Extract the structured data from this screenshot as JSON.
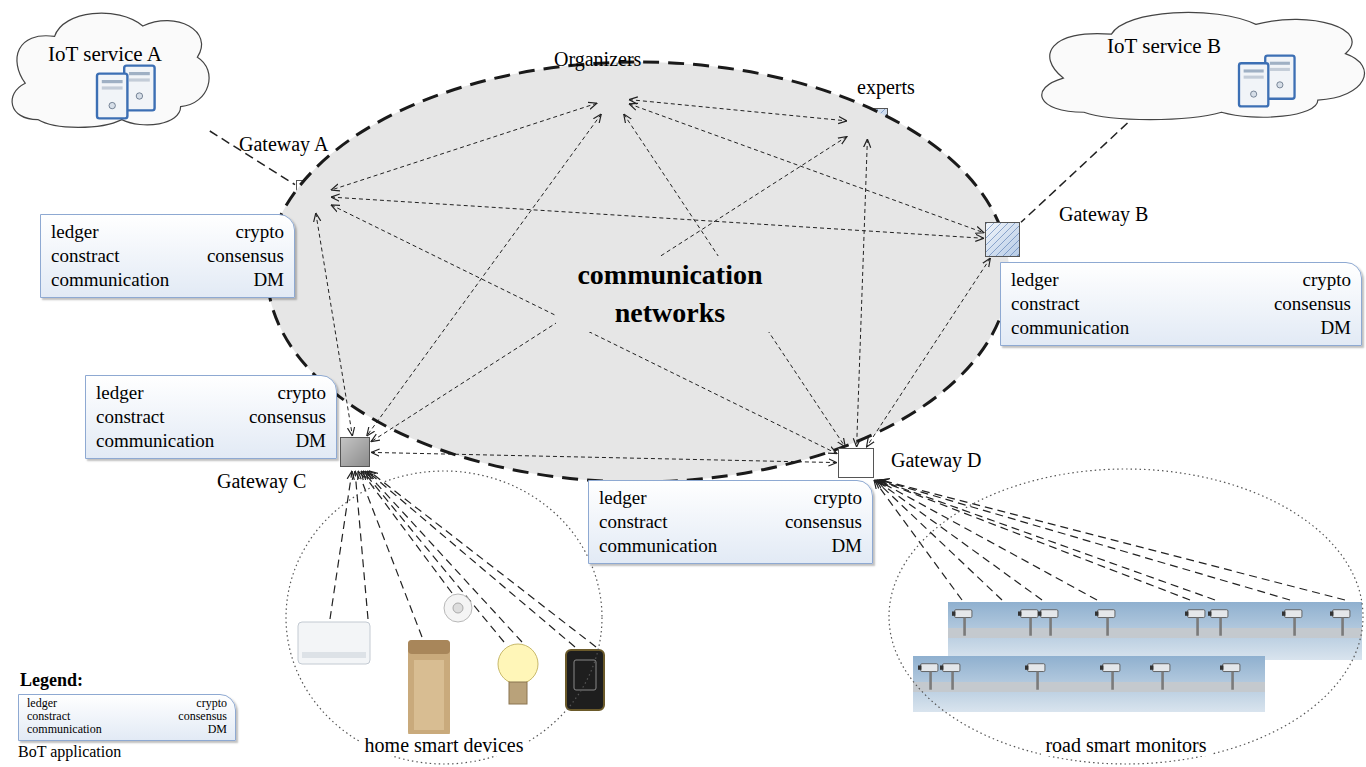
{
  "diagram": {
    "nodes": [
      {
        "text": [
          "IoT service A"
        ]
      },
      {
        "text": [
          "Organizers"
        ]
      },
      {
        "text": [
          "experts"
        ]
      },
      {
        "text": [
          "IoT service B"
        ]
      },
      {
        "text": [
          "Gateway A"
        ]
      },
      {
        "text": [
          "ledger",
          "crypto",
          "constract",
          "consensus",
          "communication",
          "DM"
        ]
      },
      {
        "text": [
          "communication networks"
        ]
      },
      {
        "text": [
          "Gateway B"
        ]
      },
      {
        "text": [
          "ledger",
          "crypto",
          "constract",
          "consensus",
          "communication",
          "DM"
        ]
      },
      {
        "text": [
          "ledger",
          "crypto",
          "constract",
          "consensus",
          "communication",
          "DM"
        ]
      },
      {
        "text": [
          "Gateway C"
        ]
      },
      {
        "text": [
          "Gateway D"
        ]
      },
      {
        "text": [
          "ledger",
          "crypto",
          "constract",
          "consensus",
          "communication",
          "DM"
        ]
      },
      {
        "text": [
          "home smart devices"
        ]
      },
      {
        "text": [
          "road smart monitors"
        ]
      }
    ],
    "edges": [
      {
        "from": 0,
        "to": 4,
        "arrow": "none"
      },
      {
        "from": 3,
        "to": 7,
        "arrow": "none"
      },
      {
        "from": 1,
        "to": 2,
        "arrow": "both"
      },
      {
        "from": 1,
        "to": 4,
        "arrow": "both"
      },
      {
        "from": 1,
        "to": 7,
        "arrow": "both"
      },
      {
        "from": 1,
        "to": 10,
        "arrow": "both"
      },
      {
        "from": 1,
        "to": 11,
        "arrow": "both"
      },
      {
        "from": 2,
        "to": 10,
        "arrow": "both"
      },
      {
        "from": 2,
        "to": 11,
        "arrow": "both"
      },
      {
        "from": 4,
        "to": 7,
        "arrow": "both"
      },
      {
        "from": 4,
        "to": 10,
        "arrow": "both"
      },
      {
        "from": 4,
        "to": 11,
        "arrow": "both"
      },
      {
        "from": 10,
        "to": 11,
        "arrow": "both"
      },
      {
        "from": 7,
        "to": 11,
        "arrow": "both"
      }
    ],
    "labels": [
      "Legend:",
      "ledger",
      "crypto",
      "constract",
      "consensus",
      "communication",
      "DM"
    ],
    "legend": [
      {
        "text": "BoT application"
      }
    ]
  }
}
